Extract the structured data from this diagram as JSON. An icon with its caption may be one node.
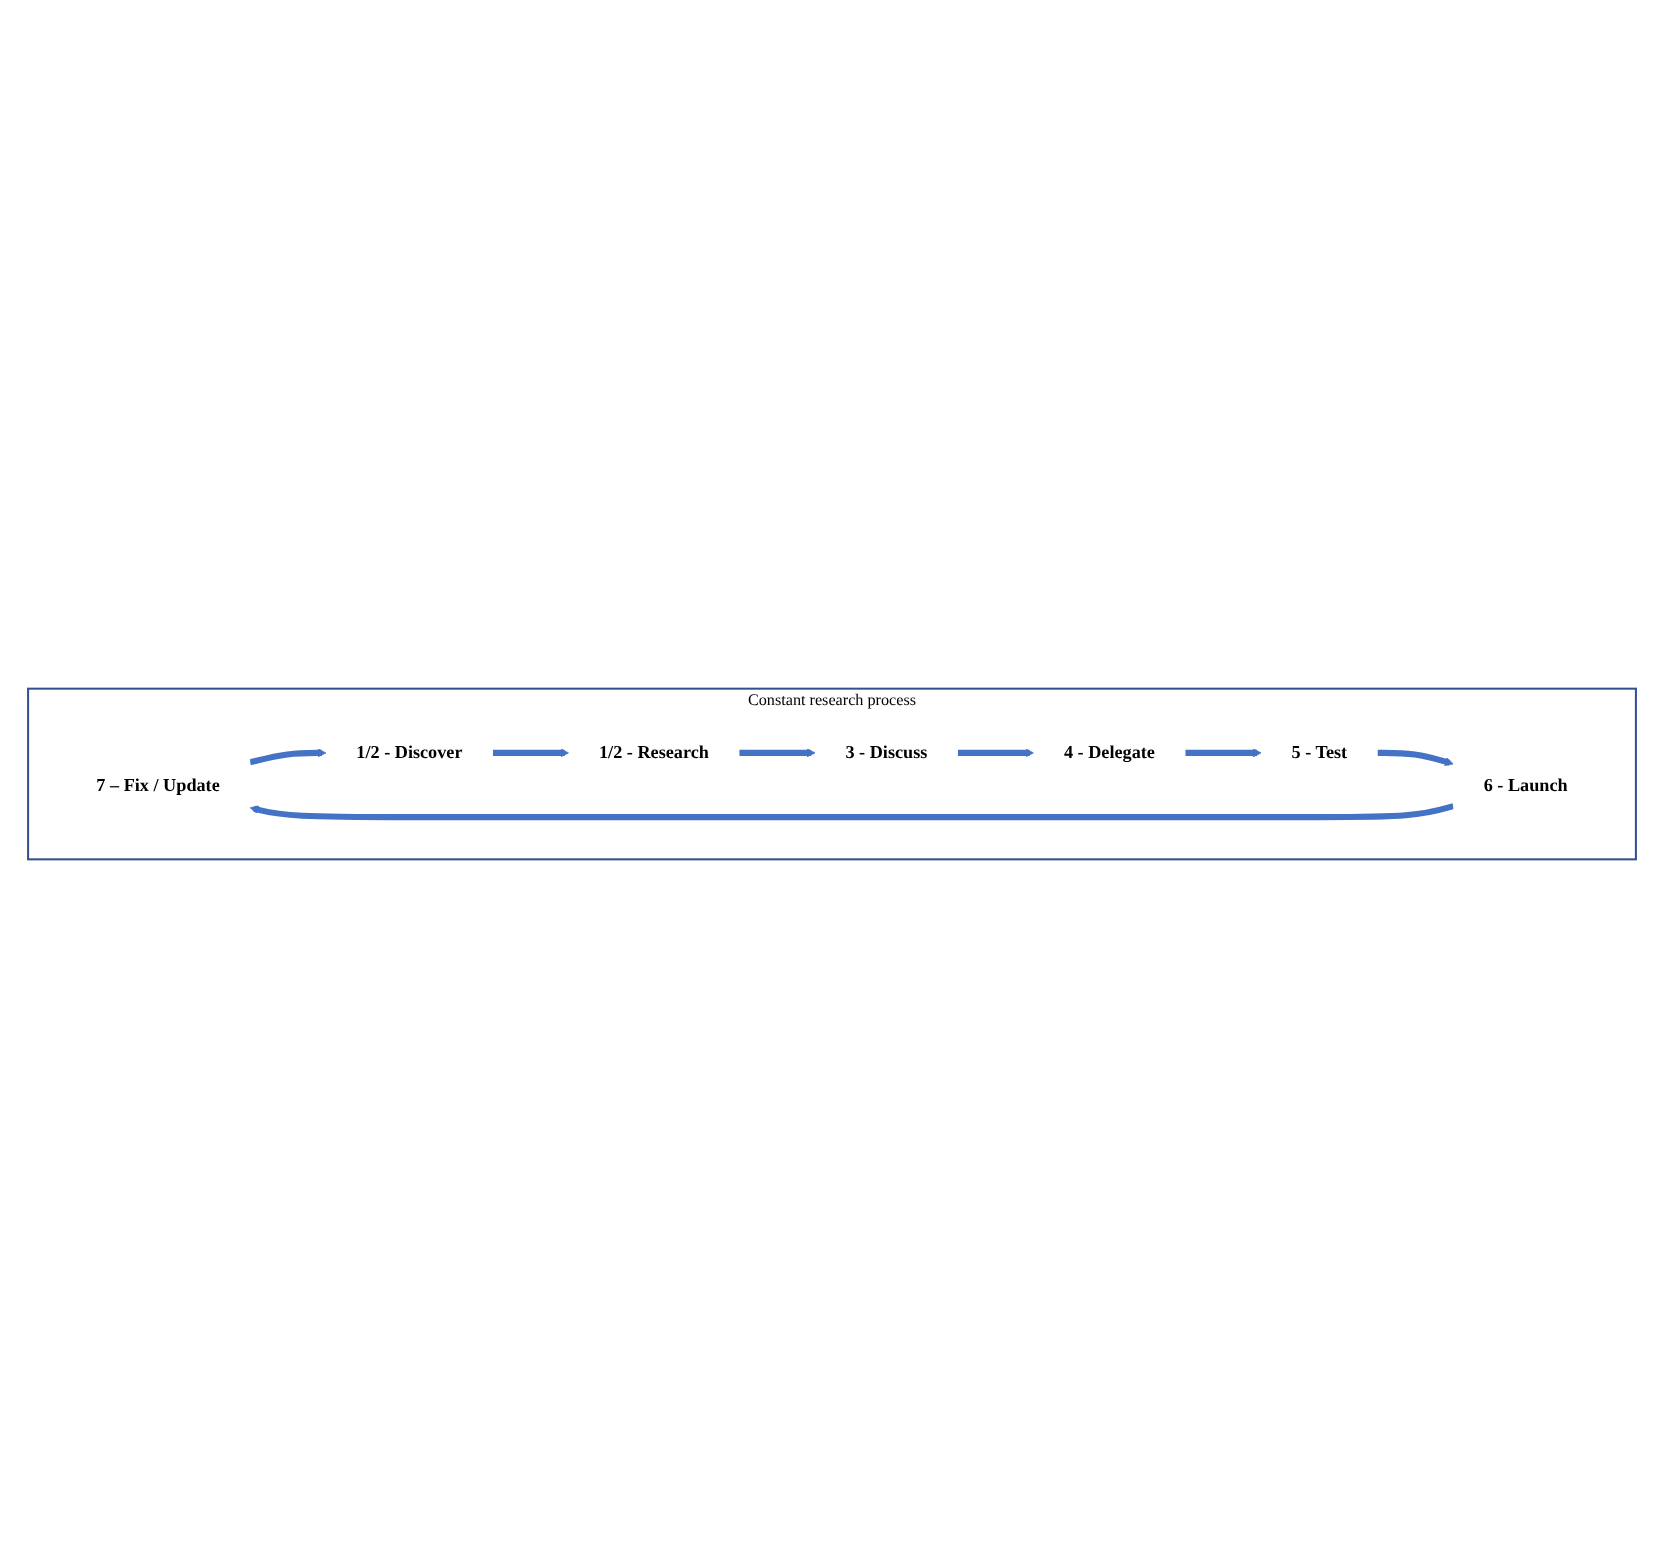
{
  "diagram": {
    "nodes": [
      {
        "text": [
          "Constant research process"
        ]
      },
      {
        "text": [
          "7 – Fix / Update"
        ],
        "in": 0
      },
      {
        "text": [
          "1/2 - Discover"
        ],
        "in": 0
      },
      {
        "text": [
          "1/2 - Research"
        ],
        "in": 0
      },
      {
        "text": [
          "3 - Discuss"
        ],
        "in": 0
      },
      {
        "text": [
          "4 - Delegate"
        ],
        "in": 0
      },
      {
        "text": [
          "5 - Test"
        ],
        "in": 0
      },
      {
        "text": [
          "6 - Launch"
        ],
        "in": 0
      }
    ],
    "edges": [
      {
        "from": 1,
        "to": 2,
        "arrow": "to"
      },
      {
        "from": 2,
        "to": 3,
        "arrow": "to"
      },
      {
        "from": 3,
        "to": 4,
        "arrow": "to"
      },
      {
        "from": 4,
        "to": 5,
        "arrow": "to"
      },
      {
        "from": 5,
        "to": 6,
        "arrow": "to"
      },
      {
        "from": 6,
        "to": 7,
        "arrow": "to"
      },
      {
        "from": 7,
        "to": 1,
        "arrow": "to"
      }
    ]
  }
}
